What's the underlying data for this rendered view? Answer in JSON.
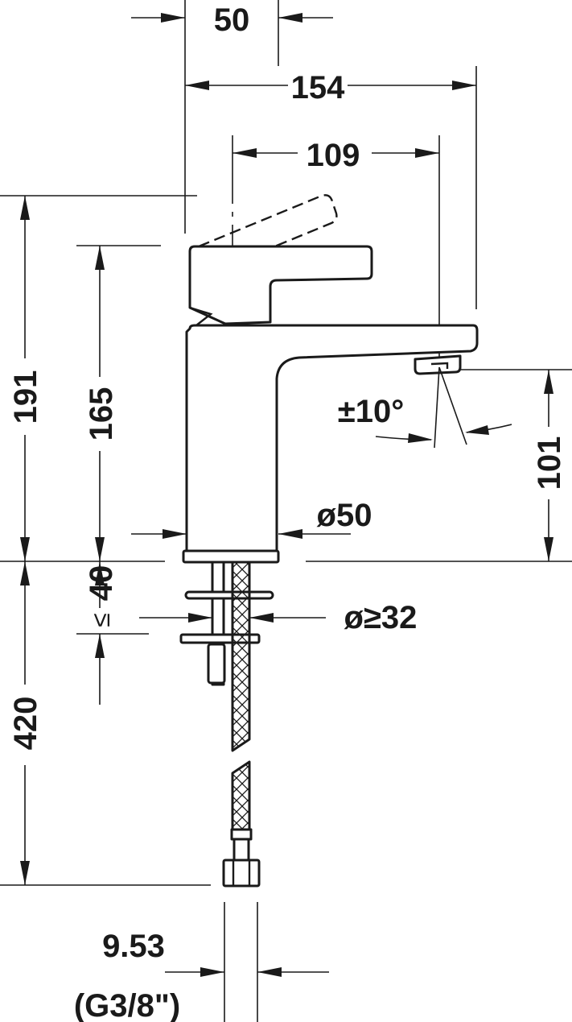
{
  "dimensions": {
    "spout_base_width": "50",
    "overall_depth": "154",
    "spout_reach": "109",
    "total_height": "191",
    "body_height": "165",
    "spout_outlet_height": "101",
    "swivel_angle": "±10°",
    "base_diameter": "ø50",
    "max_countertop_thickness": "40",
    "less_equal_symbol": "≤",
    "hole_diameter": "ø≥32",
    "hose_length": "420",
    "connection_diameter": "9.53",
    "connection_thread": "(G3/8\")"
  }
}
